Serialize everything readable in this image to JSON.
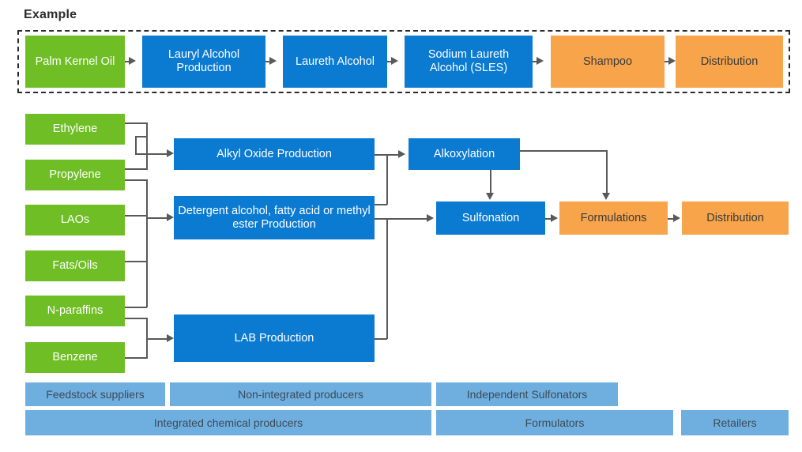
{
  "page": {
    "title": "Example",
    "colors": {
      "green": "#6FBE26",
      "blue": "#0b7ad1",
      "orange": "#F7A44B",
      "legend_blue": "#6FAFE0",
      "connector": "#595959",
      "frame_border": "#2b2b2b",
      "background": "#ffffff"
    }
  },
  "example_chain": {
    "label": "Example",
    "nodes": [
      {
        "text": "Palm Kernel Oil",
        "color": "green"
      },
      {
        "text": "Lauryl Alcohol Production",
        "color": "blue"
      },
      {
        "text": "Laureth Alcohol",
        "color": "blue"
      },
      {
        "text": "Sodium Laureth Alcohol (SLES)",
        "color": "blue"
      },
      {
        "text": "Shampoo",
        "color": "orange"
      },
      {
        "text": "Distribution",
        "color": "orange"
      }
    ]
  },
  "feedstocks": [
    {
      "text": "Ethylene"
    },
    {
      "text": "Propylene"
    },
    {
      "text": "LAOs"
    },
    {
      "text": "Fats/Oils"
    },
    {
      "text": "N-paraffins"
    },
    {
      "text": "Benzene"
    }
  ],
  "processes": [
    {
      "text": "Alkyl Oxide Production"
    },
    {
      "text": "Detergent alcohol, fatty acid or methyl ester Production"
    },
    {
      "text": "LAB Production"
    }
  ],
  "downstream": [
    {
      "text": "Alkoxylation",
      "color": "blue"
    },
    {
      "text": "Sulfonation",
      "color": "blue"
    },
    {
      "text": "Formulations",
      "color": "orange"
    },
    {
      "text": "Distribution",
      "color": "orange"
    }
  ],
  "legend_row_1": [
    {
      "text": "Feedstock suppliers"
    },
    {
      "text": "Non-integrated producers"
    },
    {
      "text": "Independent Sulfonators"
    }
  ],
  "legend_row_2": [
    {
      "text": "Integrated chemical producers"
    },
    {
      "text": "Formulators"
    },
    {
      "text": "Retailers"
    }
  ]
}
